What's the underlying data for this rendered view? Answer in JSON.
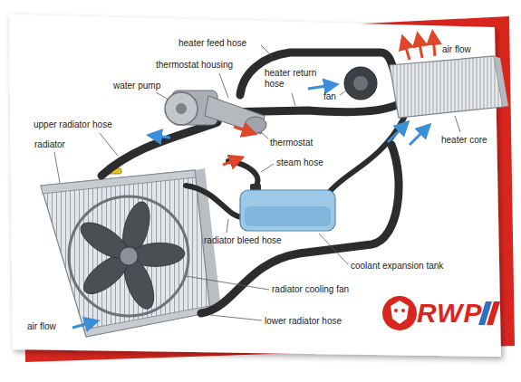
{
  "diagram": {
    "labels": [
      "heater feed hose",
      "air flow",
      "thermostat housing",
      "heater return hose",
      "water pump",
      "fan",
      "upper radiator hose",
      "heater core",
      "thermostat",
      "radiator",
      "steam hose",
      "radiator bleed hose",
      "coolant expansion tank",
      "radiator cooling fan",
      "air flow",
      "lower radiator hose",
      "RWP"
    ]
  }
}
